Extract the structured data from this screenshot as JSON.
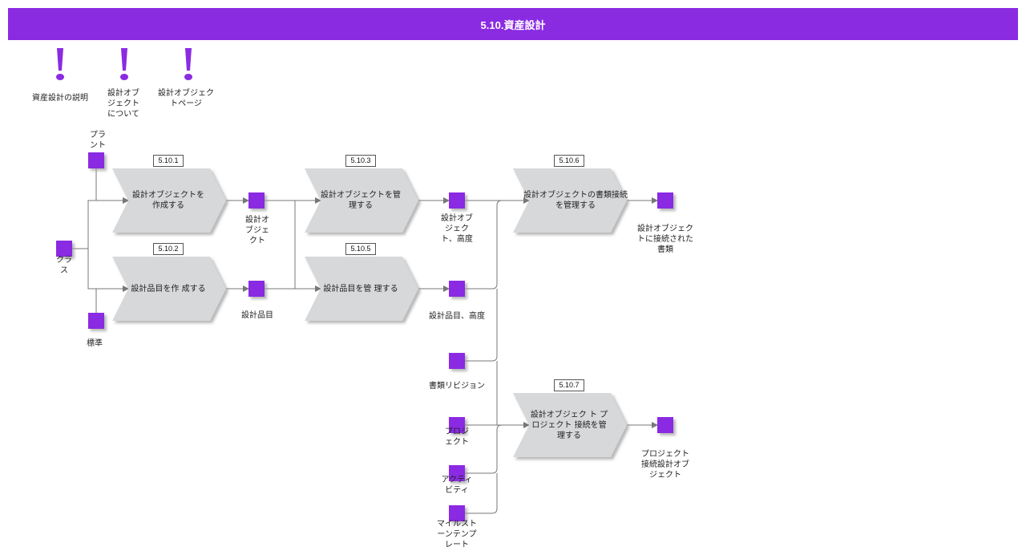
{
  "title": "5.10.資産設計",
  "colors": {
    "accent": "#8a2be2",
    "process_fill": "#d7d8da",
    "connector": "#777777"
  },
  "notes": [
    {
      "icon": "exclamation-icon",
      "label": "資産設計の説明"
    },
    {
      "icon": "exclamation-icon",
      "label": "設計オブジェクトについて"
    },
    {
      "icon": "exclamation-icon",
      "label": "設計オブジェクトページ"
    }
  ],
  "processes": [
    {
      "id": "5.10.1",
      "label": "設計オブジェクトを作成する"
    },
    {
      "id": "5.10.2",
      "label": "設計品目を作 成する"
    },
    {
      "id": "5.10.3",
      "label": "設計オブジェクトを管理する"
    },
    {
      "id": "5.10.5",
      "label": "設計品目を管 理する"
    },
    {
      "id": "5.10.6",
      "label": "設計オブジェクトの書類接続を管理する"
    },
    {
      "id": "5.10.7",
      "label": "設計オブジェク ト プロジェクト 接続を管理する"
    }
  ],
  "objects": {
    "plant": "プラント",
    "class": "クラス",
    "standard": "標準",
    "design_object": "設計オブジェクト",
    "design_item": "設計品目",
    "design_object_height": "設計オブジェクト、高度",
    "design_item_height": "設計品目、高度",
    "doc_revision": "書類リビジョン",
    "project": "プロジェクト",
    "activity": "アクティビティ",
    "milestone": "マイルストーンテンプレート",
    "connected_docs": "設計オブジェクトに接続された書類",
    "project_connect": "プロジェクト接続設計オブジェクト"
  }
}
